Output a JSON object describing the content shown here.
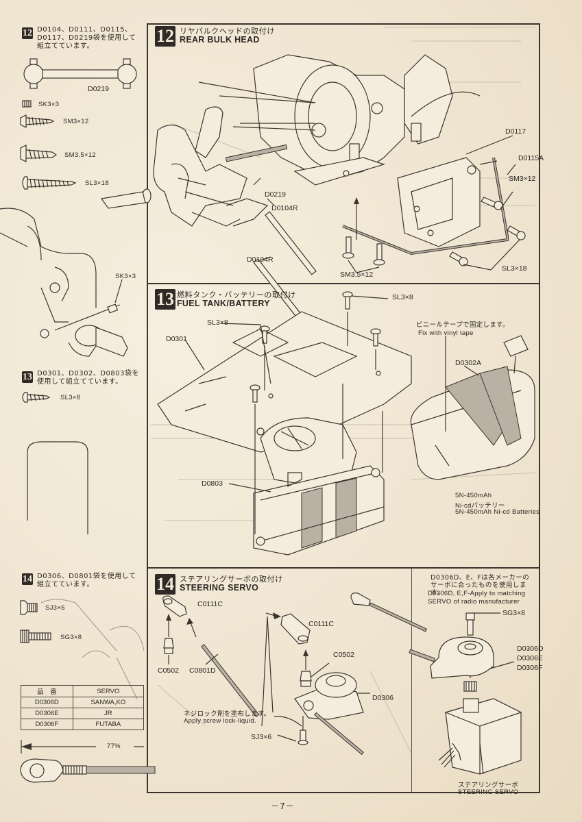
{
  "page": {
    "number": "－7－"
  },
  "sidebar": {
    "step12": {
      "num": "12",
      "note": "D0104、D0111、D0115、D0117、D0219袋を使用して組立てています。",
      "shaft_label": "D0219",
      "screws": [
        "SK3×3",
        "SM3×12",
        "SM3.5×12",
        "SL3×18"
      ],
      "callout": "SK3×3"
    },
    "step13": {
      "num": "13",
      "note": "D0301、D0302、D0803袋を使用して組立てています。",
      "screws": [
        "SL3×8"
      ]
    },
    "step14": {
      "num": "14",
      "note": "D0306、D0801袋を使用して組立てています。",
      "screws": [
        "SJ3×6",
        "SG3×8"
      ],
      "table": {
        "headers": [
          "品　番",
          "SERVO"
        ],
        "rows": [
          [
            "D0306D",
            "SANWA,KO"
          ],
          [
            "D0306E",
            "JR"
          ],
          [
            "D0306F",
            "FUTABA"
          ]
        ]
      },
      "rod_length": "77%"
    }
  },
  "sections": {
    "s12": {
      "num": "12",
      "title_jp": "リヤバルクヘッドの取付け",
      "title_en": "REAR BULK HEAD",
      "labels": [
        "D0117",
        "D0115A",
        "SM3×12",
        "D0219",
        "D0104R",
        "D0104R",
        "SM3.5×12",
        "SL3×18"
      ]
    },
    "s13": {
      "num": "13",
      "title_jp": "燃料タンク・バッテリーの取付け",
      "title_en": "FUEL TANK/BATTERY",
      "labels": [
        "SL3×8",
        "SL3×8",
        "D0301",
        "D0803",
        "D0302A"
      ],
      "tape_note_jp": "ビニールテープで固定します。",
      "tape_note_en": "Fix with vinyl tape",
      "battery_jp1": "5N-450mAh",
      "battery_jp2": "Ni-cdバッテリー",
      "battery_en": "5N-450mAh Ni-cd Batteries"
    },
    "s14": {
      "num": "14",
      "title_jp": "ステアリングサーボの取付け",
      "title_en": "STEERING SERVO",
      "labels": [
        "C0111C",
        "C0111C",
        "C0502",
        "C0502",
        "C0801D",
        "D0306",
        "SJ3×6",
        "SG3×8"
      ],
      "servo_note_jp": "D0306D、E、Fは各メーカーのサーボに合ったものを使用します。",
      "servo_note_en1": "D0306D, E,F-Apply to matching",
      "servo_note_en2": "SERVO of radio manufacturer",
      "saver_parts": [
        "D0306D",
        "D0306E",
        "D0306F"
      ],
      "lock_note_jp": "ネジロック剤を塗布します。",
      "lock_note_en": "Apply screw lock-liquid.",
      "servo_jp": "ステアリングサーボ",
      "servo_en": "STEERING SERVO"
    }
  }
}
